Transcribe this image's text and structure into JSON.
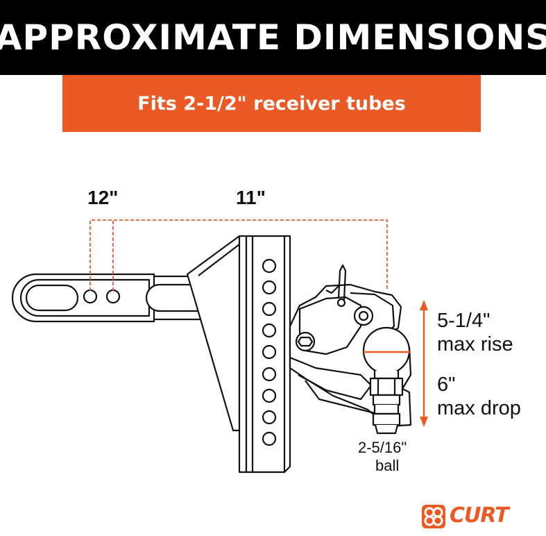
{
  "title": "APPROXIMATE DIMENSIONS",
  "subtitle": "Fits 2-1/2\" receiver tubes",
  "dimensions": {
    "shank_length": "12\"",
    "overall_reach": "11\"",
    "max_rise_value": "5-1/4\"",
    "max_rise_label": "max rise",
    "max_drop_value": "6\"",
    "max_drop_label": "max drop",
    "ball_size": "2-5/16\"",
    "ball_label": "ball"
  },
  "brand": {
    "name": "CURT",
    "color": "#eb5a24"
  },
  "colors": {
    "accent": "#eb5a24",
    "header": "#000000",
    "dimension_line": "#eb5a24",
    "drawing": "#111111"
  }
}
